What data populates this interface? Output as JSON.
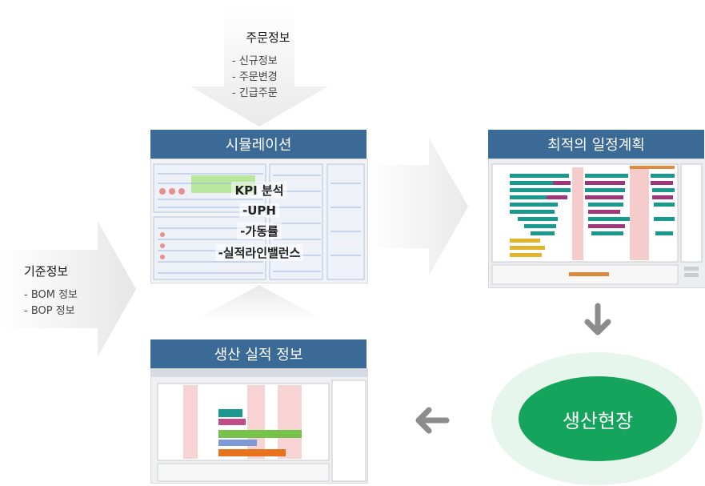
{
  "order_info": {
    "title": "주문정보",
    "items": [
      "- 신규정보",
      "- 주문변경",
      "- 긴급주문"
    ]
  },
  "base_info": {
    "title": "기준정보",
    "items": [
      "- BOM 정보",
      "- BOP 정보"
    ]
  },
  "simulation": {
    "title": "시뮬레이션",
    "kpi": [
      "KPI 분석",
      "-UPH",
      "-가동률",
      "-실적라인밸런스"
    ]
  },
  "schedule": {
    "title": "최적의 일정계획"
  },
  "production": {
    "title": "생산 실적 정보"
  },
  "site": {
    "label": "생산현장"
  },
  "colors": {
    "header_blue": "#3c6a97",
    "site_green": "#14a45c",
    "site_halo": "#e6f6ec",
    "arrow_gray": "#efefef",
    "small_arrow_gray": "#8c8c8c"
  }
}
